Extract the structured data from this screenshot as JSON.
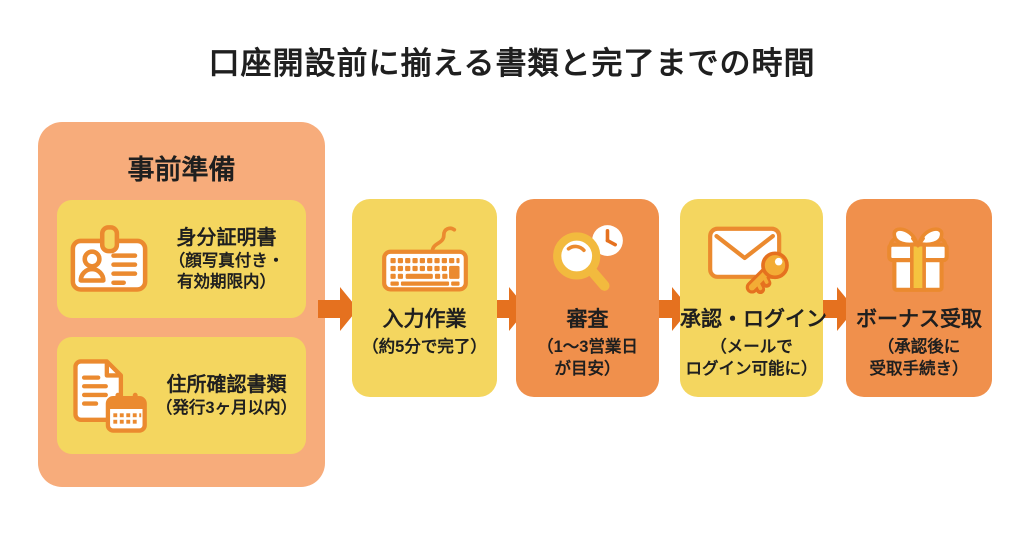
{
  "title": "口座開設前に揃える書類と完了までの時間",
  "prep": {
    "heading": "事前準備",
    "cards": [
      {
        "icon": "id-card-icon",
        "title": "身分証明書",
        "note_lines": [
          "（顔写真付き・",
          "有効期限内）"
        ]
      },
      {
        "icon": "document-calendar-icon",
        "title": "住所確認書類",
        "note_lines": [
          "（発行3ヶ月以内）"
        ]
      }
    ]
  },
  "steps": [
    {
      "icon": "keyboard-icon",
      "title": "入力作業",
      "note_lines": [
        "（約5分で完了）"
      ],
      "variant": "yellow"
    },
    {
      "icon": "search-clock-icon",
      "title": "審査",
      "note_lines": [
        "（1〜3営業日",
        "が目安）"
      ],
      "variant": "orange"
    },
    {
      "icon": "mail-key-icon",
      "title": "承認・ログイン",
      "note_lines": [
        "（メールで",
        "ログイン可能に）"
      ],
      "variant": "yellow"
    },
    {
      "icon": "gift-icon",
      "title": "ボーナス受取",
      "note_lines": [
        "（承認後に",
        "受取手続き）"
      ],
      "variant": "orange"
    }
  ],
  "colors": {
    "background": "#FFFFFF",
    "panel_bg": "#F7AC7B",
    "card_yellow": "#F4D65F",
    "card_orange": "#F0904C",
    "arrow": "#E5711F",
    "icon_outline": "#EB8A2F",
    "icon_gold": "#F2BA3E",
    "key_gold": "#F3AC35",
    "ribbon_gold": "#F5C33F",
    "text": "#1F1F1F"
  }
}
